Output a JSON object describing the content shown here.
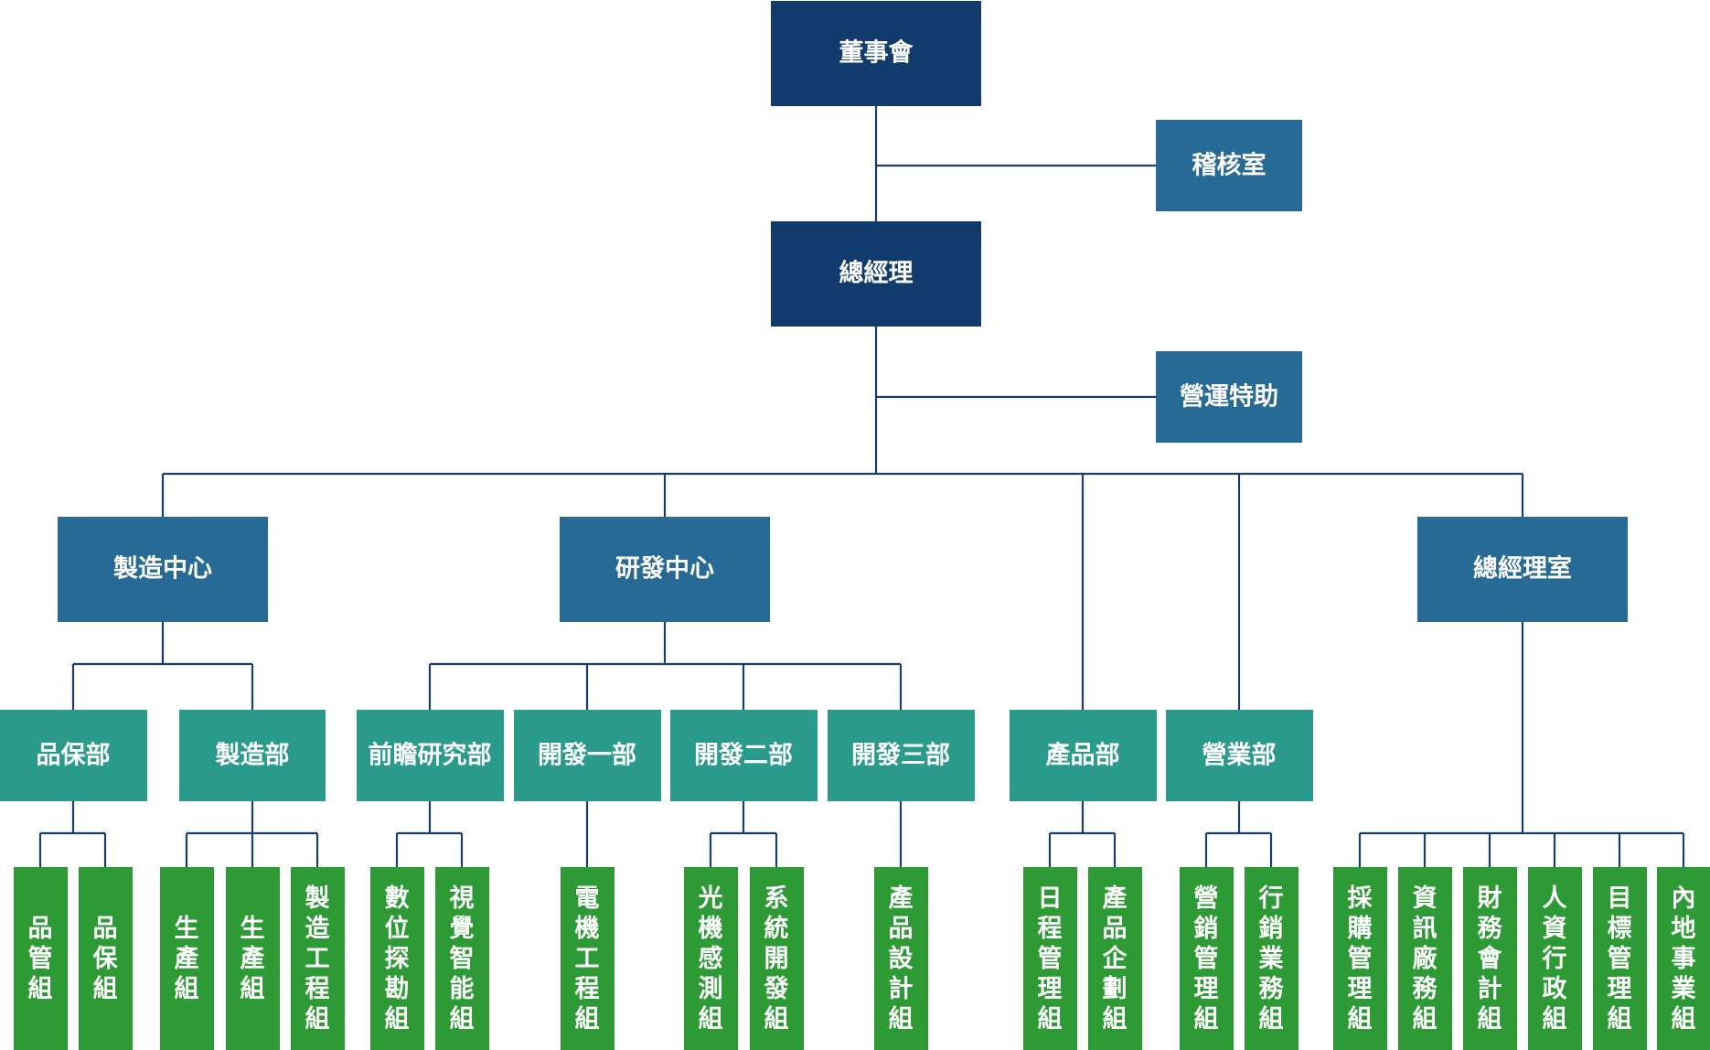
{
  "colors": {
    "level1": "#123b6d",
    "level2": "#276a95",
    "level3": "#2a9b8b",
    "level4": "#2e9a35",
    "connector": "#1b3f6c"
  },
  "nodes": {
    "board": "董事會",
    "audit": "稽核室",
    "gm": "總經理",
    "special_assistant": "營運特助",
    "manufacturing_center": "製造中心",
    "rd_center": "研發中心",
    "gm_office": "總經理室",
    "quality_dept": "品保部",
    "manufacturing_dept": "製造部",
    "advanced_research_dept": "前瞻研究部",
    "dev1_dept": "開發一部",
    "dev2_dept": "開發二部",
    "dev3_dept": "開發三部",
    "product_dept": "產品部",
    "sales_dept": "營業部",
    "quality_control_group": "品管組",
    "quality_assurance_group": "品保組",
    "production_group_1": "生產組",
    "production_group_2": "生產組",
    "manufacturing_engineering_group": "製造工程組",
    "digital_exploration_group": "數位探勘組",
    "vision_ai_group": "視覺智能組",
    "motor_engineering_group": "電機工程組",
    "optical_sensing_group": "光機感測組",
    "system_dev_group": "系統開發組",
    "product_design_group": "產品設計組",
    "schedule_mgmt_group": "日程管理組",
    "product_planning_group": "產品企劃組",
    "sales_mgmt_group": "營銷管理組",
    "marketing_sales_group": "行銷業務組",
    "procurement_mgmt_group": "採購管理組",
    "it_vendor_group": "資訊廠務組",
    "finance_accounting_group": "財務會計組",
    "hr_admin_group": "人資行政組",
    "goal_mgmt_group": "目標管理組",
    "mainland_business_group": "內地事業組"
  }
}
